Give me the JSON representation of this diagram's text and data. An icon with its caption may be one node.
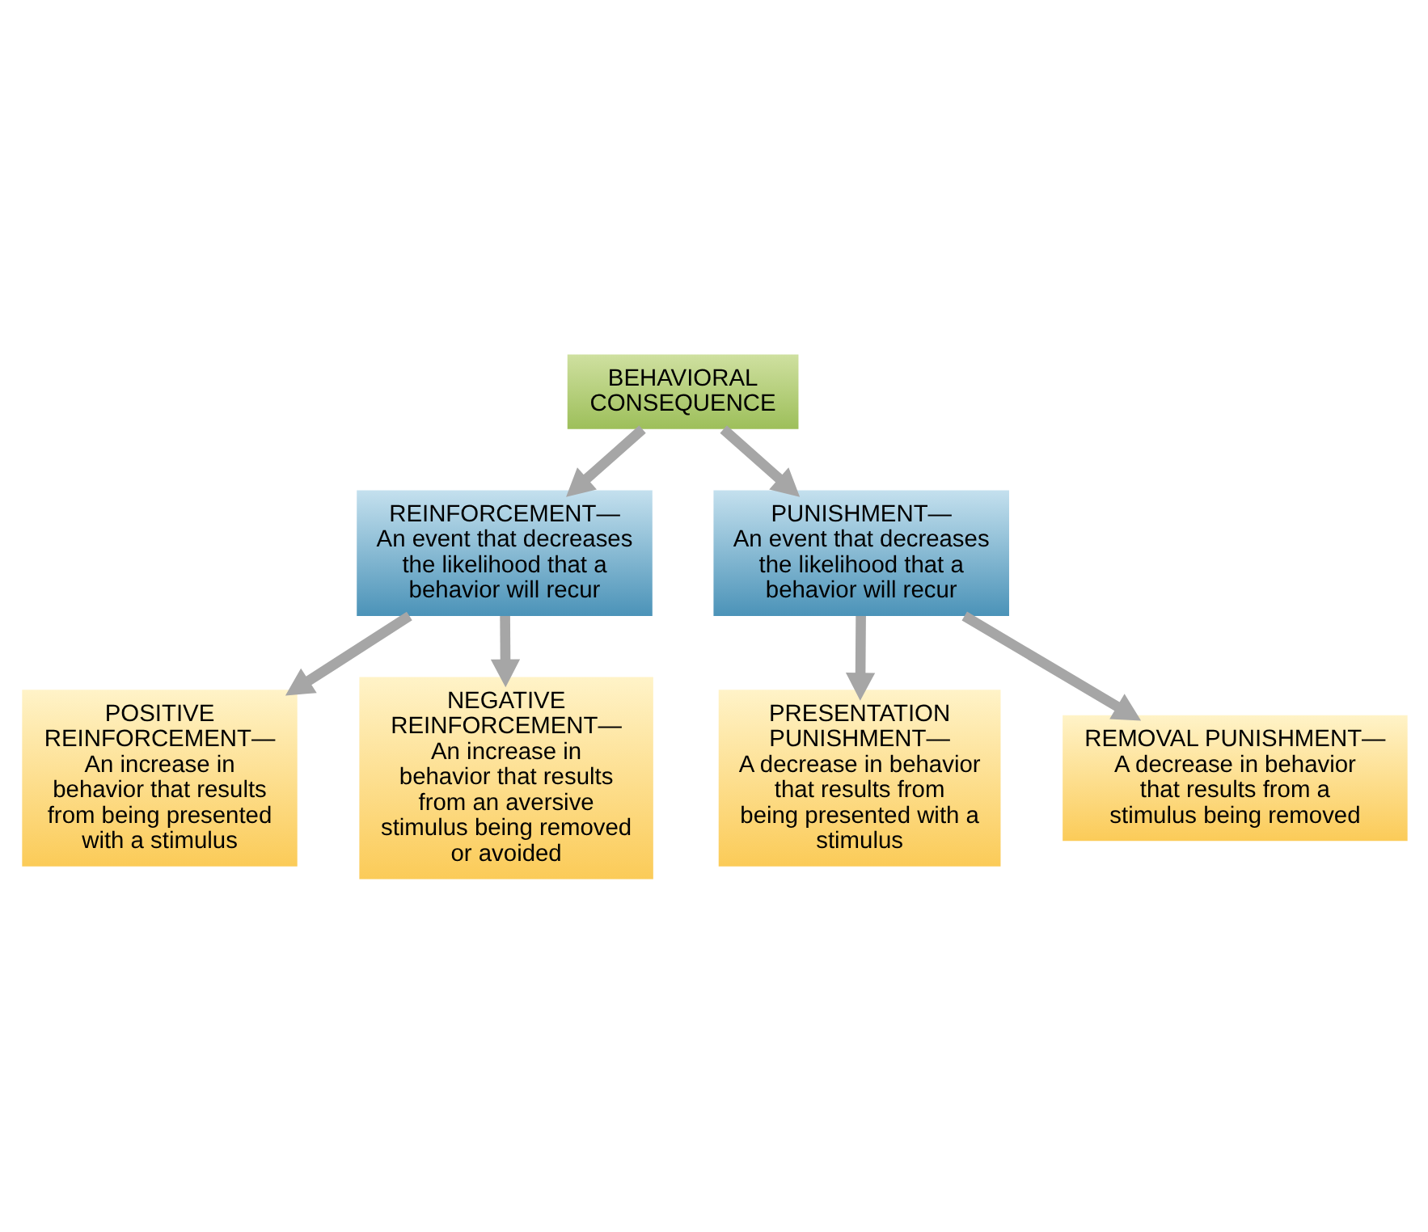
{
  "diagram": {
    "nodes": [
      {
        "text": [
          "BEHAVIORAL CONSEQUENCE"
        ]
      },
      {
        "text": [
          "REINFORCEMENT—",
          "An event that decreases the likelihood that a behavior will recur"
        ]
      },
      {
        "text": [
          "PUNISHMENT—",
          "An event that decreases the likelihood that a behavior will recur"
        ]
      },
      {
        "text": [
          "POSITIVE REINFORCEMENT—",
          "An increase in behavior that results from being presented with a stimulus"
        ]
      },
      {
        "text": [
          "NEGATIVE REINFORCEMENT—",
          "An increase in behavior that results from an aversive stimulus being removed or avoided"
        ]
      },
      {
        "text": [
          "PRESENTATION PUNISHMENT—",
          "A decrease in behavior that results from being presented with a stimulus"
        ]
      },
      {
        "text": [
          "REMOVAL PUNISHMENT—",
          "A decrease in behavior that results from a stimulus being removed"
        ]
      }
    ],
    "edges": [
      {
        "from": 0,
        "to": 1,
        "arrow": "to"
      },
      {
        "from": 0,
        "to": 2,
        "arrow": "to"
      },
      {
        "from": 1,
        "to": 3,
        "arrow": "to"
      },
      {
        "from": 1,
        "to": 4,
        "arrow": "to"
      },
      {
        "from": 2,
        "to": 5,
        "arrow": "to"
      },
      {
        "from": 2,
        "to": 6,
        "arrow": "to"
      }
    ]
  }
}
